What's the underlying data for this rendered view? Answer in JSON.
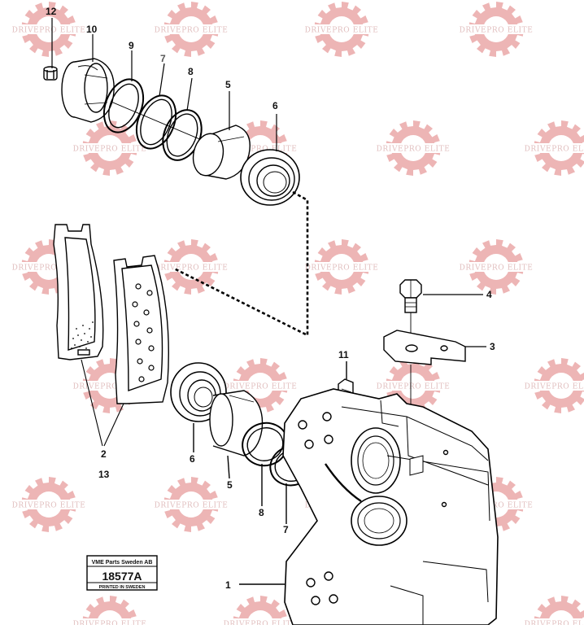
{
  "watermark": {
    "text": "DRIVEPRO ELITE",
    "color": "#e07a7a"
  },
  "callouts": [
    {
      "id": "12",
      "label": "12"
    },
    {
      "id": "10",
      "label": "10"
    },
    {
      "id": "9",
      "label": "9"
    },
    {
      "id": "7-top",
      "label": "7"
    },
    {
      "id": "8-top",
      "label": "8"
    },
    {
      "id": "5-top",
      "label": "5"
    },
    {
      "id": "6-top",
      "label": "6"
    },
    {
      "id": "4",
      "label": "4"
    },
    {
      "id": "3",
      "label": "3"
    },
    {
      "id": "11",
      "label": "11"
    },
    {
      "id": "2",
      "label": "2"
    },
    {
      "id": "13",
      "label": "13"
    },
    {
      "id": "6-bottom",
      "label": "6"
    },
    {
      "id": "5-bottom",
      "label": "5"
    },
    {
      "id": "8-bottom",
      "label": "8"
    },
    {
      "id": "7-bottom",
      "label": "7"
    },
    {
      "id": "1",
      "label": "1"
    }
  ],
  "stamp": {
    "company": "VME Parts Sweden AB",
    "number": "18577A",
    "footer": "PRINTED IN SWEDEN"
  }
}
